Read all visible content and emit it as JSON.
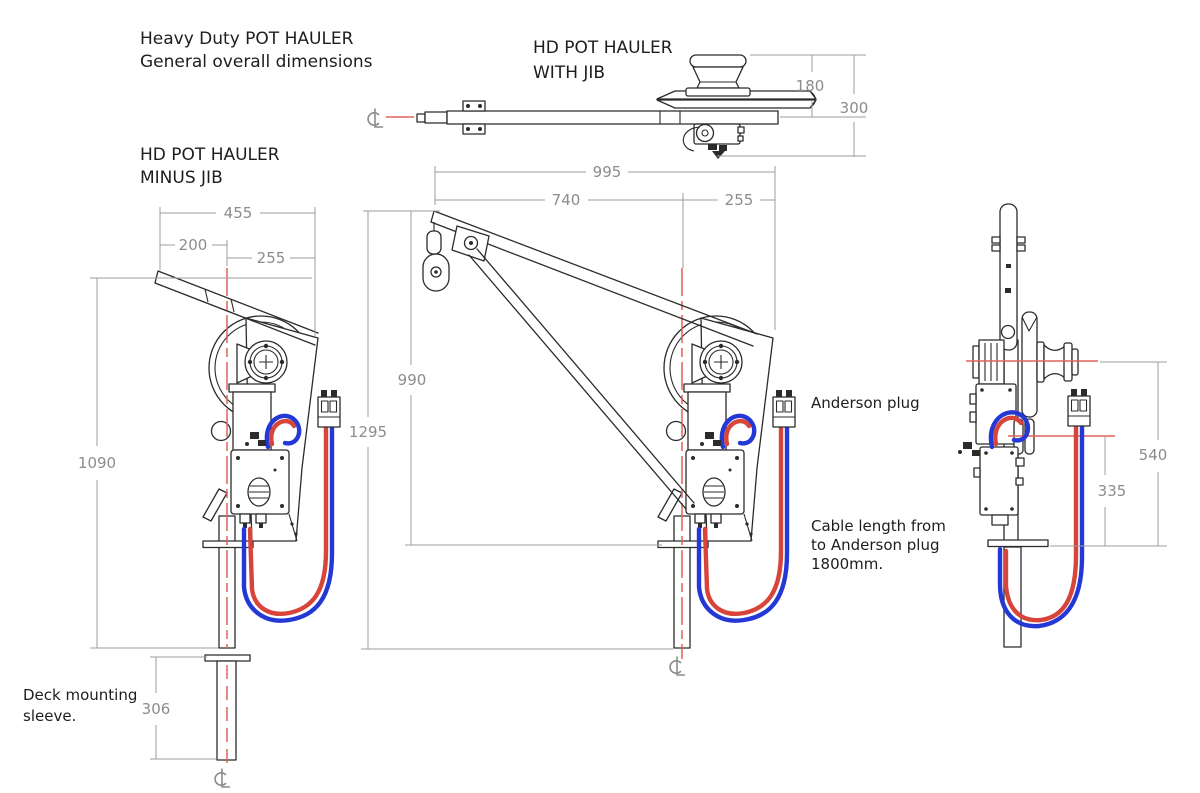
{
  "titles": {
    "main_line1": "Heavy Duty POT HAULER",
    "main_line2": "General overall dimensions",
    "with_jib_line1": "HD POT HAULER",
    "with_jib_line2": "WITH JIB",
    "minus_jib_line1": "HD POT HAULER",
    "minus_jib_line2": "MINUS JIB"
  },
  "notes": {
    "anderson_plug": "Anderson plug",
    "cable_line1": "Cable length from",
    "cable_line2": "to Anderson plug",
    "cable_line3": "1800mm.",
    "sleeve_line1": "Deck mounting",
    "sleeve_line2": "sleeve."
  },
  "dimensions": {
    "top_view": {
      "capstan_to_centreline": "180",
      "overall_height": "300"
    },
    "front_view": {
      "overall_length": "995",
      "jib_reach": "740",
      "rear_overhang": "255",
      "jib_tip_to_deck": "990",
      "overall_height": "1295"
    },
    "side_view": {
      "overall_depth": "455",
      "arm_overhang": "200",
      "rear_overhang": "255",
      "mast_height": "1090",
      "sleeve_length": "306"
    },
    "end_view": {
      "capstan_centre_height": "540",
      "lower_sheave_height": "335"
    }
  },
  "symbols": {
    "centerline_symbol": "℄"
  },
  "colors": {
    "background": "#ffffff",
    "line": "#2b2b2b",
    "dimension": "#9c9c9c",
    "dimension_text": "#8c8c8c",
    "centreline_red": "#e0635a",
    "cable_red": "#d6443a",
    "cable_blue": "#2438d6"
  }
}
